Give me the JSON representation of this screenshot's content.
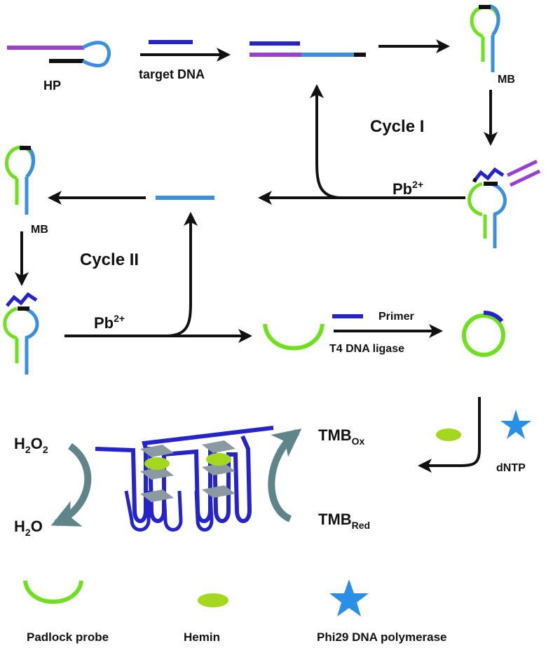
{
  "labels": {
    "hp": "HP",
    "target_dna": "target DNA",
    "mb_top": "MB",
    "mb_left": "MB",
    "cycle_one": "Cycle I",
    "cycle_two": "Cycle II",
    "pb_one_base": "Pb",
    "pb_one_sup": "2+",
    "pb_two_base": "Pb",
    "pb_two_sup": "2+",
    "primer": "Primer",
    "t4_ligase": "T4 DNA ligase",
    "dntp": "dNTP",
    "h2o2_h": "H",
    "h2o2_sub": "2",
    "h2o2_o": "O",
    "h2o2_sub2": "2",
    "h2o_h": "H",
    "h2o_sub": "2",
    "h2o_o": "O",
    "tmb_ox_base": "TMB",
    "tmb_ox_sub": "Ox",
    "tmb_red_base": "TMB",
    "tmb_red_sub": "Red"
  },
  "legend": [
    {
      "label": "Padlock probe"
    },
    {
      "label": "Hemin"
    },
    {
      "label": "Phi29 DNA polymerase"
    }
  ],
  "colors": {
    "purple": "#9b3fd1",
    "light_blue": "#3a8fe0",
    "green": "#6fe01f",
    "dark_blue": "#2424c8",
    "black": "#111111",
    "teal_gray": "#5f8588",
    "hemin_green": "#a4d81e",
    "star_blue": "#2a8fe6"
  }
}
